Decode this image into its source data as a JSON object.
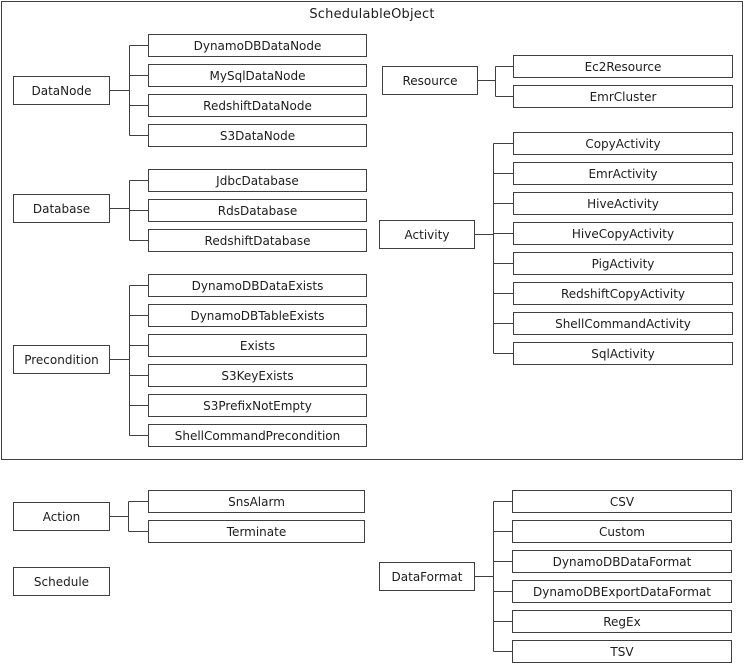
{
  "diagram_title": "SchedulableObject",
  "colors": {
    "line": "#3f3f3f",
    "text": "#1c1c1c",
    "background": "#ffffff"
  },
  "groups": [
    {
      "id": "datanode",
      "parent": "DataNode",
      "children": [
        "DynamoDBDataNode",
        "MySqlDataNode",
        "RedshiftDataNode",
        "S3DataNode"
      ]
    },
    {
      "id": "database",
      "parent": "Database",
      "children": [
        "JdbcDatabase",
        "RdsDatabase",
        "RedshiftDatabase"
      ]
    },
    {
      "id": "precondition",
      "parent": "Precondition",
      "children": [
        "DynamoDBDataExists",
        "DynamoDBTableExists",
        "Exists",
        "S3KeyExists",
        "S3PrefixNotEmpty",
        "ShellCommandPrecondition"
      ]
    },
    {
      "id": "resource",
      "parent": "Resource",
      "children": [
        "Ec2Resource",
        "EmrCluster"
      ]
    },
    {
      "id": "activity",
      "parent": "Activity",
      "children": [
        "CopyActivity",
        "EmrActivity",
        "HiveActivity",
        "HiveCopyActivity",
        "PigActivity",
        "RedshiftCopyActivity",
        "ShellCommandActivity",
        "SqlActivity"
      ]
    },
    {
      "id": "action",
      "parent": "Action",
      "children": [
        "SnsAlarm",
        "Terminate"
      ]
    },
    {
      "id": "dataformat",
      "parent": "DataFormat",
      "children": [
        "CSV",
        "Custom",
        "DynamoDBDataFormat",
        "DynamoDBExportDataFormat",
        "RegEx",
        "TSV"
      ]
    }
  ],
  "standalone": [
    {
      "id": "schedule",
      "label": "Schedule"
    }
  ]
}
